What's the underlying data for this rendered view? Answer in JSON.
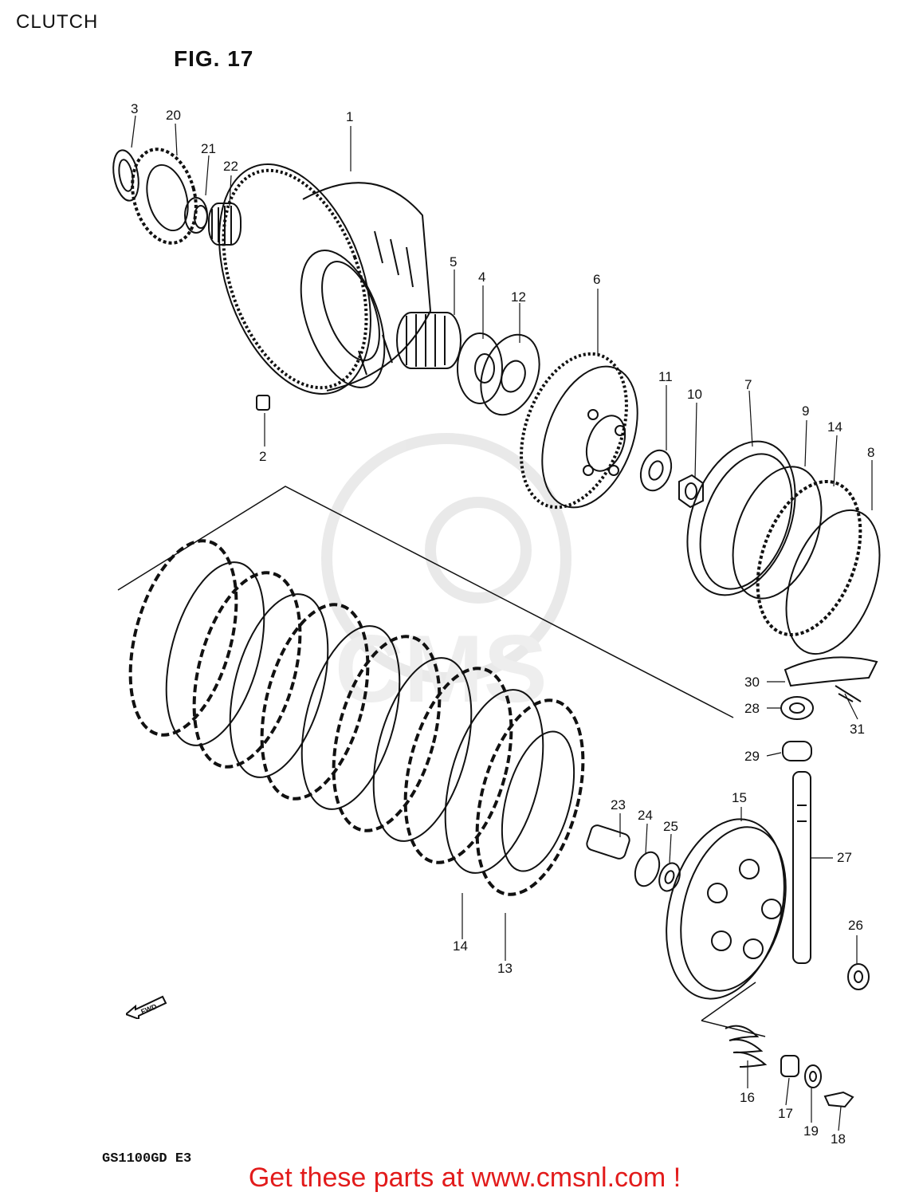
{
  "header": {
    "section_title": "CLUTCH",
    "figure_title": "FIG. 17"
  },
  "footer": {
    "model_code": "GS1100GD E3",
    "cta": "Get these parts at www.cmsnl.com !"
  },
  "watermark": {
    "text": "CMS"
  },
  "fwd_arrow": {
    "label": "FWD"
  },
  "part_labels": [
    "1",
    "2",
    "3",
    "4",
    "5",
    "6",
    "7",
    "8",
    "9",
    "10",
    "11",
    "12",
    "13",
    "14",
    "14",
    "15",
    "16",
    "17",
    "18",
    "19",
    "20",
    "21",
    "22",
    "23",
    "24",
    "25",
    "26",
    "27",
    "28",
    "29",
    "30",
    "31"
  ]
}
